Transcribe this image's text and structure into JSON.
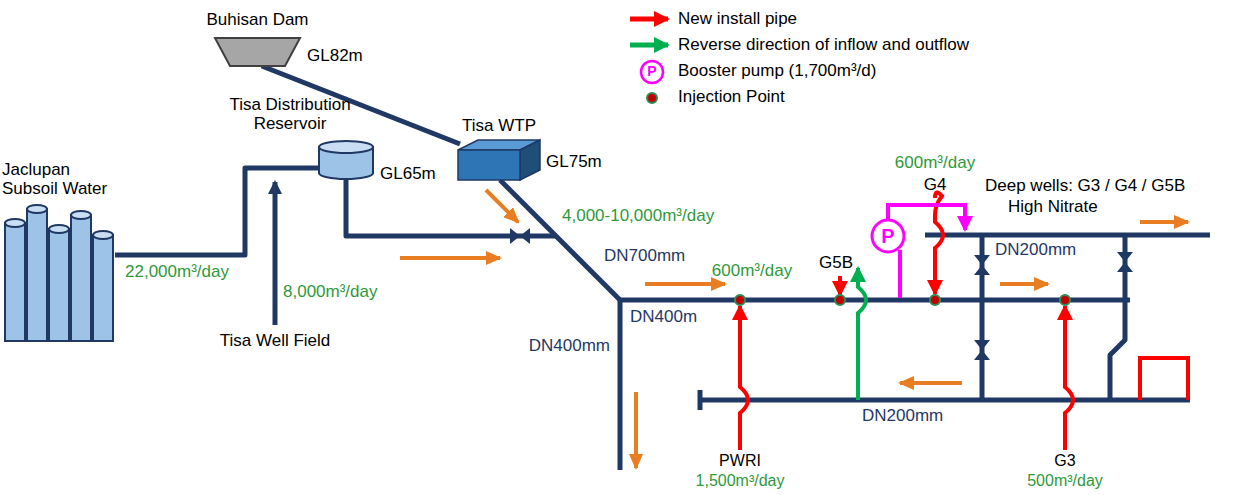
{
  "diagram": {
    "nodes": [
      {
        "text": [
          "Buhisan Dam",
          "GL82m"
        ]
      },
      {
        "text": [
          "Tisa WTP",
          "GL75m"
        ]
      },
      {
        "text": [
          "Tisa Distribution Reservoir",
          "GL65m"
        ]
      },
      {
        "text": [
          "Jaclupan Subsoil Water"
        ]
      },
      {
        "text": [
          "P"
        ]
      }
    ],
    "edges": [
      {
        "from": 0,
        "to": 1,
        "arrow": "none"
      },
      {
        "from": 3,
        "to": 2,
        "arrow": "none"
      }
    ],
    "labels": [
      "22,000m³/day",
      "8,000m³/day",
      "Tisa Well Field",
      "4,000-10,000m³/day",
      "DN700mm",
      "DN400mm",
      "DN400m",
      "600m³/day",
      "G5B",
      "PWRI",
      "1,500m³/day",
      "600m³/day",
      "G4",
      "Deep wells: G3 / G4 / G5B",
      "High Nitrate",
      "DN200mm",
      "DN200mm",
      "G3",
      "500m³/day",
      "P"
    ],
    "legend": [
      {
        "text": "New install pipe"
      },
      {
        "text": "Reverse direction of inflow and outflow"
      },
      {
        "text": "Booster pump (1,700m³/d)"
      },
      {
        "text": "Injection Point"
      }
    ]
  }
}
